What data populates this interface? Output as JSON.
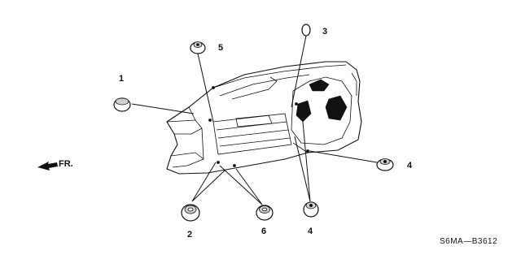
{
  "diagram": {
    "callouts": [
      {
        "id": "1",
        "text": "1"
      },
      {
        "id": "2",
        "text": "2"
      },
      {
        "id": "3",
        "text": "3"
      },
      {
        "id": "4a",
        "text": "4"
      },
      {
        "id": "4b",
        "text": "4"
      },
      {
        "id": "5",
        "text": "5"
      },
      {
        "id": "6",
        "text": "6"
      }
    ],
    "direction_label": "FR.",
    "part_code": "S6MA—B3612"
  }
}
